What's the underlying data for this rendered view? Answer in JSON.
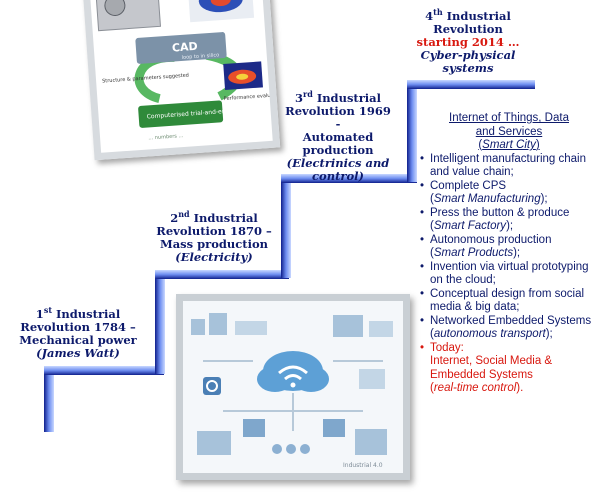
{
  "stages": [
    {
      "num": "1",
      "sup": "st",
      "l1": " Industrial",
      "l2": "Revolution 1784 –",
      "l3": "Mechanical power",
      "sub": "James Watt"
    },
    {
      "num": "2",
      "sup": "nd",
      "l1": " Industrial",
      "l2": "Revolution 1870 –",
      "l3": "Mass production",
      "sub": "Electricity"
    },
    {
      "num": "3",
      "sup": "rd",
      "l1": " Industrial",
      "l2": "Revolution 1969 -",
      "l3": "Automated",
      "l4": "production",
      "sub1": "Electrinics and",
      "sub2": "control"
    },
    {
      "num": "4",
      "sup": "th",
      "l1": " Industrial",
      "l2": "Revolution",
      "red": "starting 2014 …",
      "sub1": "Cyber-physical",
      "sub2": "systems"
    }
  ],
  "cad_image": {
    "labels": {
      "cad": "CAD",
      "cad_sub": "loop to in silico",
      "left": "Structure & parameters suggested",
      "right": "Performance evaluated",
      "bottom": "Computerised trial-and-error",
      "bottom2": "… numbers …"
    }
  },
  "industry_image": {
    "caption": "Industrial 4.0"
  },
  "features": {
    "header1": "Internet  of Things, Data",
    "header2": "and Services",
    "header3": "Smart City",
    "items": [
      {
        "text": "Intelligent  manufacturing chain and value chain;"
      },
      {
        "text": "Complete CPS",
        "italic": "Smart Manufacturing",
        "tail": ");"
      },
      {
        "text": "Press the button & produce",
        "italic": "Smart Factory",
        "tail": ");"
      },
      {
        "text": "Autonomous production",
        "italic": "Smart Products",
        "tail": ");"
      },
      {
        "text": "Invention  via virtual prototyping on the cloud;"
      },
      {
        "text": "Conceptual design from social media & big data;"
      },
      {
        "text": "Networked Embedded Systems",
        "italic": "autonomous transport",
        "tail": ");"
      }
    ],
    "today": {
      "label": "Today:",
      "line1": "Internet,  Social Media &",
      "line2": "Embedded Systems",
      "italic": "real-time control",
      "tail": ")."
    }
  }
}
